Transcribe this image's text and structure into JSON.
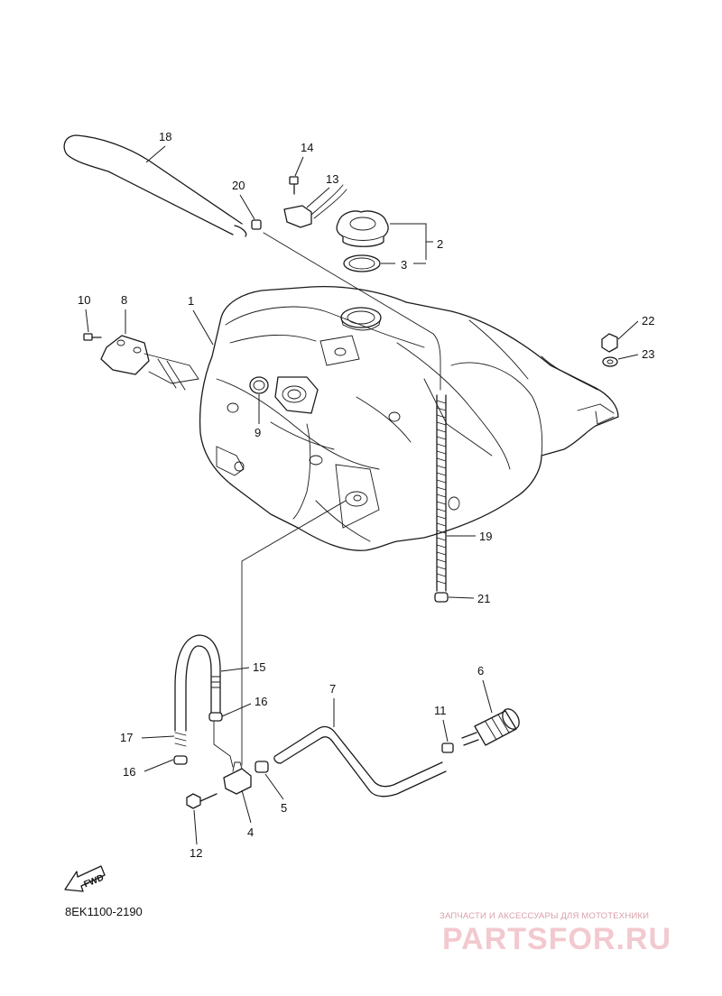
{
  "drawing_code": "8EK1100-2190",
  "fwd_label": "FWD",
  "watermark": {
    "subtitle": "ЗАПЧАСТИ И АКСЕССУАРЫ ДЛЯ МОТОТЕХНИКИ",
    "brand": "PARTSFOR.RU"
  },
  "callouts": [
    {
      "label": "1"
    },
    {
      "label": "2"
    },
    {
      "label": "3"
    },
    {
      "label": "4"
    },
    {
      "label": "5"
    },
    {
      "label": "6"
    },
    {
      "label": "7"
    },
    {
      "label": "8"
    },
    {
      "label": "9"
    },
    {
      "label": "10"
    },
    {
      "label": "11"
    },
    {
      "label": "12"
    },
    {
      "label": "13"
    },
    {
      "label": "14"
    },
    {
      "label": "15"
    },
    {
      "label": "16"
    },
    {
      "label": "16"
    },
    {
      "label": "17"
    },
    {
      "label": "18"
    },
    {
      "label": "19"
    },
    {
      "label": "20"
    },
    {
      "label": "21"
    },
    {
      "label": "22"
    },
    {
      "label": "23"
    }
  ]
}
